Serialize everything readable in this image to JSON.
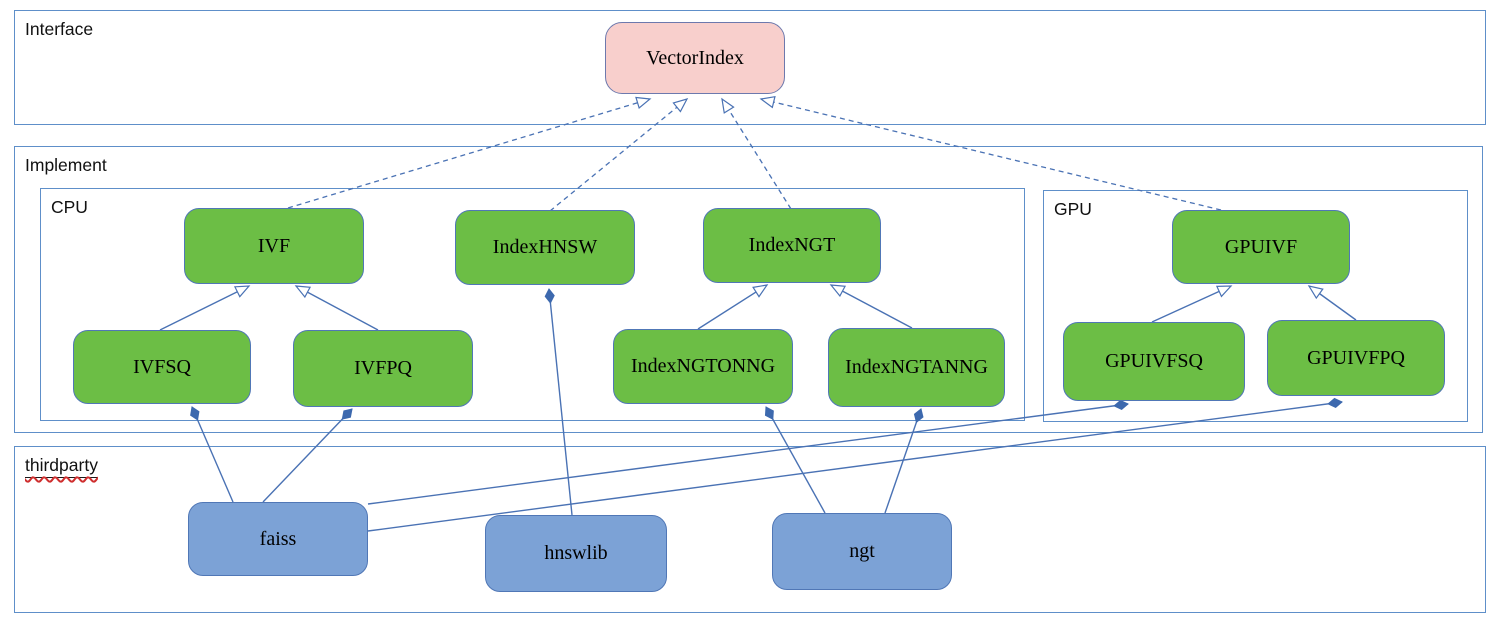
{
  "containers": {
    "interface": {
      "label": "Interface"
    },
    "implement": {
      "label": "Implement"
    },
    "cpu": {
      "label": "CPU"
    },
    "gpu": {
      "label": "GPU"
    },
    "thirdparty": {
      "label": "thirdparty"
    }
  },
  "nodes": {
    "vectorindex": {
      "label": "VectorIndex",
      "group": "interface",
      "fill": "#f8cfcc"
    },
    "ivf": {
      "label": "IVF",
      "group": "cpu",
      "fill": "#6cbe45"
    },
    "indexhnsw": {
      "label": "IndexHNSW",
      "group": "cpu",
      "fill": "#6cbe45"
    },
    "indexngt": {
      "label": "IndexNGT",
      "group": "cpu",
      "fill": "#6cbe45"
    },
    "ivfsq": {
      "label": "IVFSQ",
      "group": "cpu",
      "fill": "#6cbe45"
    },
    "ivfpq": {
      "label": "IVFPQ",
      "group": "cpu",
      "fill": "#6cbe45"
    },
    "indexngtonng": {
      "label": "IndexNGTONNG",
      "group": "cpu",
      "fill": "#6cbe45"
    },
    "indexngtanng": {
      "label": "IndexNGTANNG",
      "group": "cpu",
      "fill": "#6cbe45"
    },
    "gpuivf": {
      "label": "GPUIVF",
      "group": "gpu",
      "fill": "#6cbe45"
    },
    "gpuivfsq": {
      "label": "GPUIVFSQ",
      "group": "gpu",
      "fill": "#6cbe45"
    },
    "gpuivfpq": {
      "label": "GPUIVFPQ",
      "group": "gpu",
      "fill": "#6cbe45"
    },
    "faiss": {
      "label": "faiss",
      "group": "thirdparty",
      "fill": "#7ca2d6"
    },
    "hnswlib": {
      "label": "hnswlib",
      "group": "thirdparty",
      "fill": "#7ca2d6"
    },
    "ngt": {
      "label": "ngt",
      "group": "thirdparty",
      "fill": "#7ca2d6"
    }
  },
  "edges": [
    {
      "from": "IVF",
      "to": "VectorIndex",
      "type": "realization"
    },
    {
      "from": "IndexHNSW",
      "to": "VectorIndex",
      "type": "realization"
    },
    {
      "from": "IndexNGT",
      "to": "VectorIndex",
      "type": "realization"
    },
    {
      "from": "GPUIVF",
      "to": "VectorIndex",
      "type": "realization"
    },
    {
      "from": "IVFSQ",
      "to": "IVF",
      "type": "inheritance"
    },
    {
      "from": "IVFPQ",
      "to": "IVF",
      "type": "inheritance"
    },
    {
      "from": "IndexNGTONNG",
      "to": "IndexNGT",
      "type": "inheritance"
    },
    {
      "from": "IndexNGTANNG",
      "to": "IndexNGT",
      "type": "inheritance"
    },
    {
      "from": "GPUIVFSQ",
      "to": "GPUIVF",
      "type": "inheritance"
    },
    {
      "from": "GPUIVFPQ",
      "to": "GPUIVF",
      "type": "inheritance"
    },
    {
      "owner": "IVFSQ",
      "part": "faiss",
      "type": "composition"
    },
    {
      "owner": "IVFPQ",
      "part": "faiss",
      "type": "composition"
    },
    {
      "owner": "GPUIVFSQ",
      "part": "faiss",
      "type": "composition"
    },
    {
      "owner": "GPUIVFPQ",
      "part": "faiss",
      "type": "composition"
    },
    {
      "owner": "IndexHNSW",
      "part": "hnswlib",
      "type": "composition"
    },
    {
      "owner": "IndexNGTONNG",
      "part": "ngt",
      "type": "composition"
    },
    {
      "owner": "IndexNGTANNG",
      "part": "ngt",
      "type": "composition"
    }
  ],
  "colors": {
    "node_green": "#6cbe45",
    "node_blue": "#7ca2d6",
    "node_pink": "#f8cfcc",
    "node_border": "#5077b6",
    "container_border": "#5e8fc9",
    "connector": "#4a72b4",
    "spellcheck_wavy": "#cf2e2e"
  }
}
